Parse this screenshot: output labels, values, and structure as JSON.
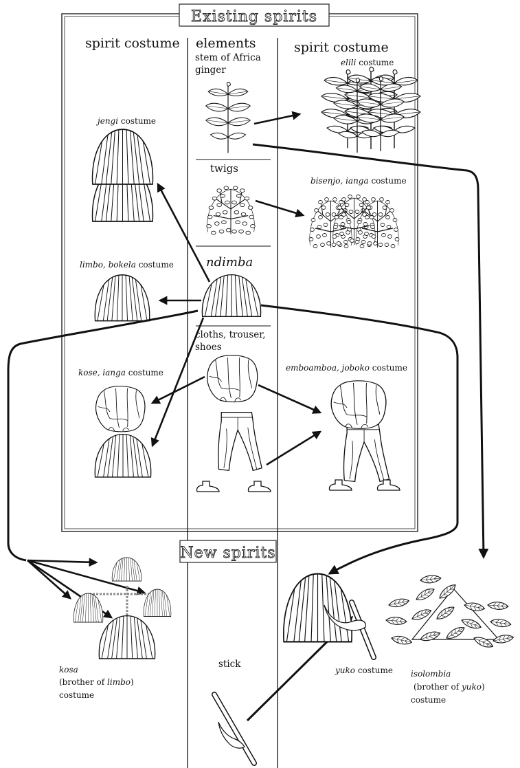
{
  "titles": {
    "existing": "Existing spirits",
    "new": "New spirits"
  },
  "headers": {
    "left": "spirit costume",
    "middle": "elements",
    "right": "spirit costume"
  },
  "elements": {
    "ginger_l1": "stem of Africa",
    "ginger_l2": "ginger",
    "twigs": "twigs",
    "ndimba": "ndimba",
    "cloths_l1": "cloths, trouser,",
    "cloths_l2": "shoes",
    "stick": "stick"
  },
  "costumes": {
    "jengi_name": "jengi",
    "jengi_suffix": " costume",
    "elili_name": "elili",
    "elili_suffix": " costume",
    "bisenjo_name": "bisenjo, ianga",
    "bisenjo_suffix": " costume",
    "limbo_name": "limbo, bokela",
    "limbo_suffix": " costume",
    "kose_name": "kose, ianga",
    "kose_suffix": " costume",
    "emboamboa_name": "emboamboa, joboko",
    "emboamboa_suffix": " costume",
    "yuko_name": "yuko",
    "yuko_suffix": " costume",
    "kosa_name": "kosa",
    "kosa_l2_pre": "(brother of ",
    "kosa_l2_name": "limbo",
    "kosa_l2_post": ")",
    "kosa_l3": "costume",
    "isolombia_name": "isolombia",
    "isolombia_l2_pre": "(brother of ",
    "isolombia_l2_name": "yuko",
    "isolombia_l2_post": ")",
    "isolombia_l3": "costume"
  },
  "colors": {
    "ink": "#111111",
    "background": "#ffffff"
  }
}
